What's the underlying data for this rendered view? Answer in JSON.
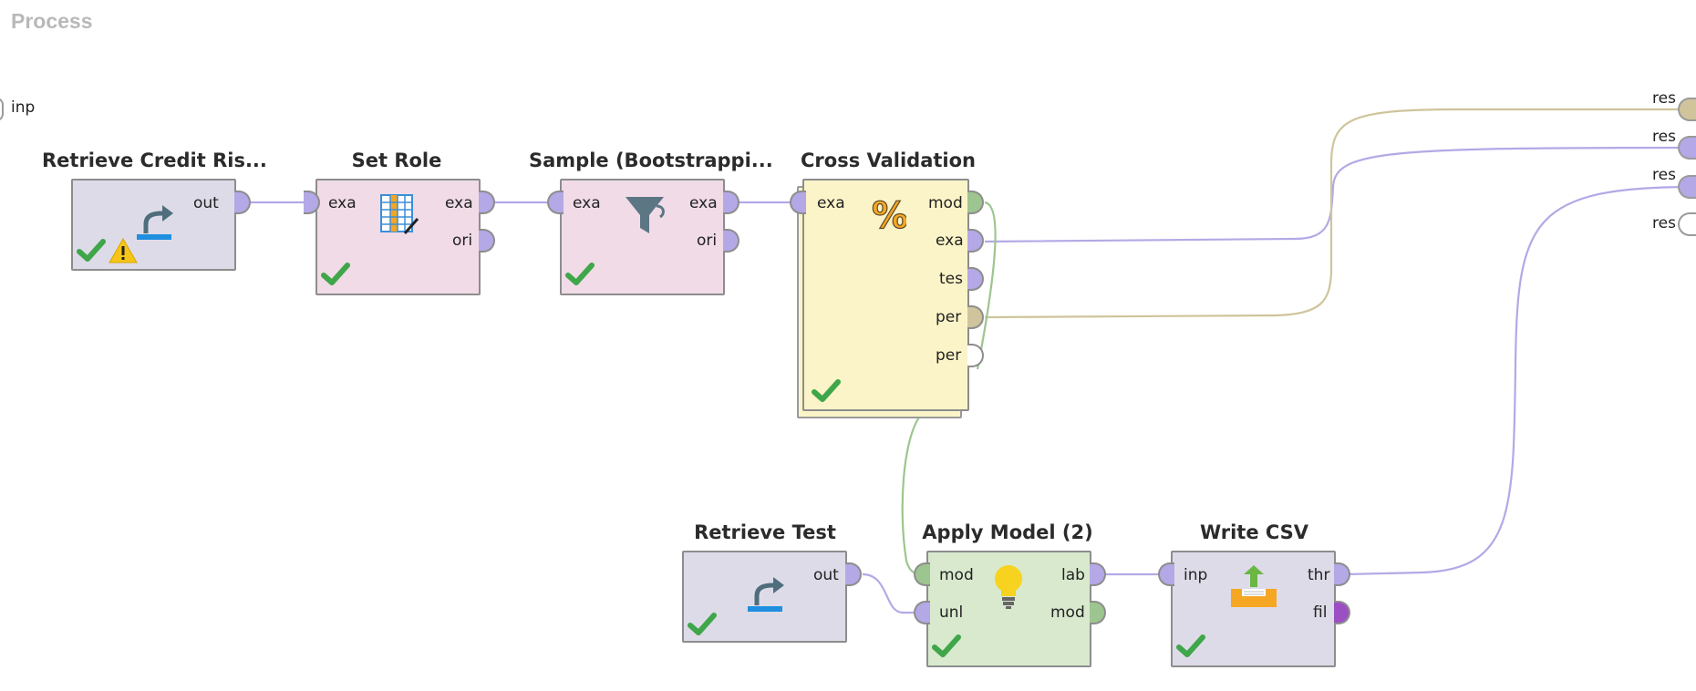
{
  "process": {
    "title": "Process"
  },
  "process_ports": {
    "input": "inp",
    "outputs": [
      "res",
      "res",
      "res",
      "res"
    ]
  },
  "operators": {
    "retrieve_credit": {
      "title": "Retrieve Credit Ris...",
      "out": "out"
    },
    "set_role": {
      "title": "Set Role",
      "in": "exa",
      "out1": "exa",
      "out2": "ori"
    },
    "sample": {
      "title": "Sample (Bootstrappi...",
      "in": "exa",
      "out1": "exa",
      "out2": "ori"
    },
    "cross_validation": {
      "title": "Cross Validation",
      "in": "exa",
      "out": [
        "mod",
        "exa",
        "tes",
        "per",
        "per"
      ]
    },
    "retrieve_test": {
      "title": "Retrieve Test",
      "out": "out"
    },
    "apply_model": {
      "title": "Apply Model (2)",
      "in1": "mod",
      "in2": "unl",
      "out1": "lab",
      "out2": "mod"
    },
    "write_csv": {
      "title": "Write CSV",
      "in": "inp",
      "out1": "thr",
      "out2": "fil"
    }
  },
  "colors": {
    "example_set_port": "#b4a8e6",
    "model_port": "#9dc58f",
    "performance_port": "#cfc49b",
    "file_port": "#9c4fc3",
    "check": "#3fa64a",
    "warning": "#f5c518"
  }
}
